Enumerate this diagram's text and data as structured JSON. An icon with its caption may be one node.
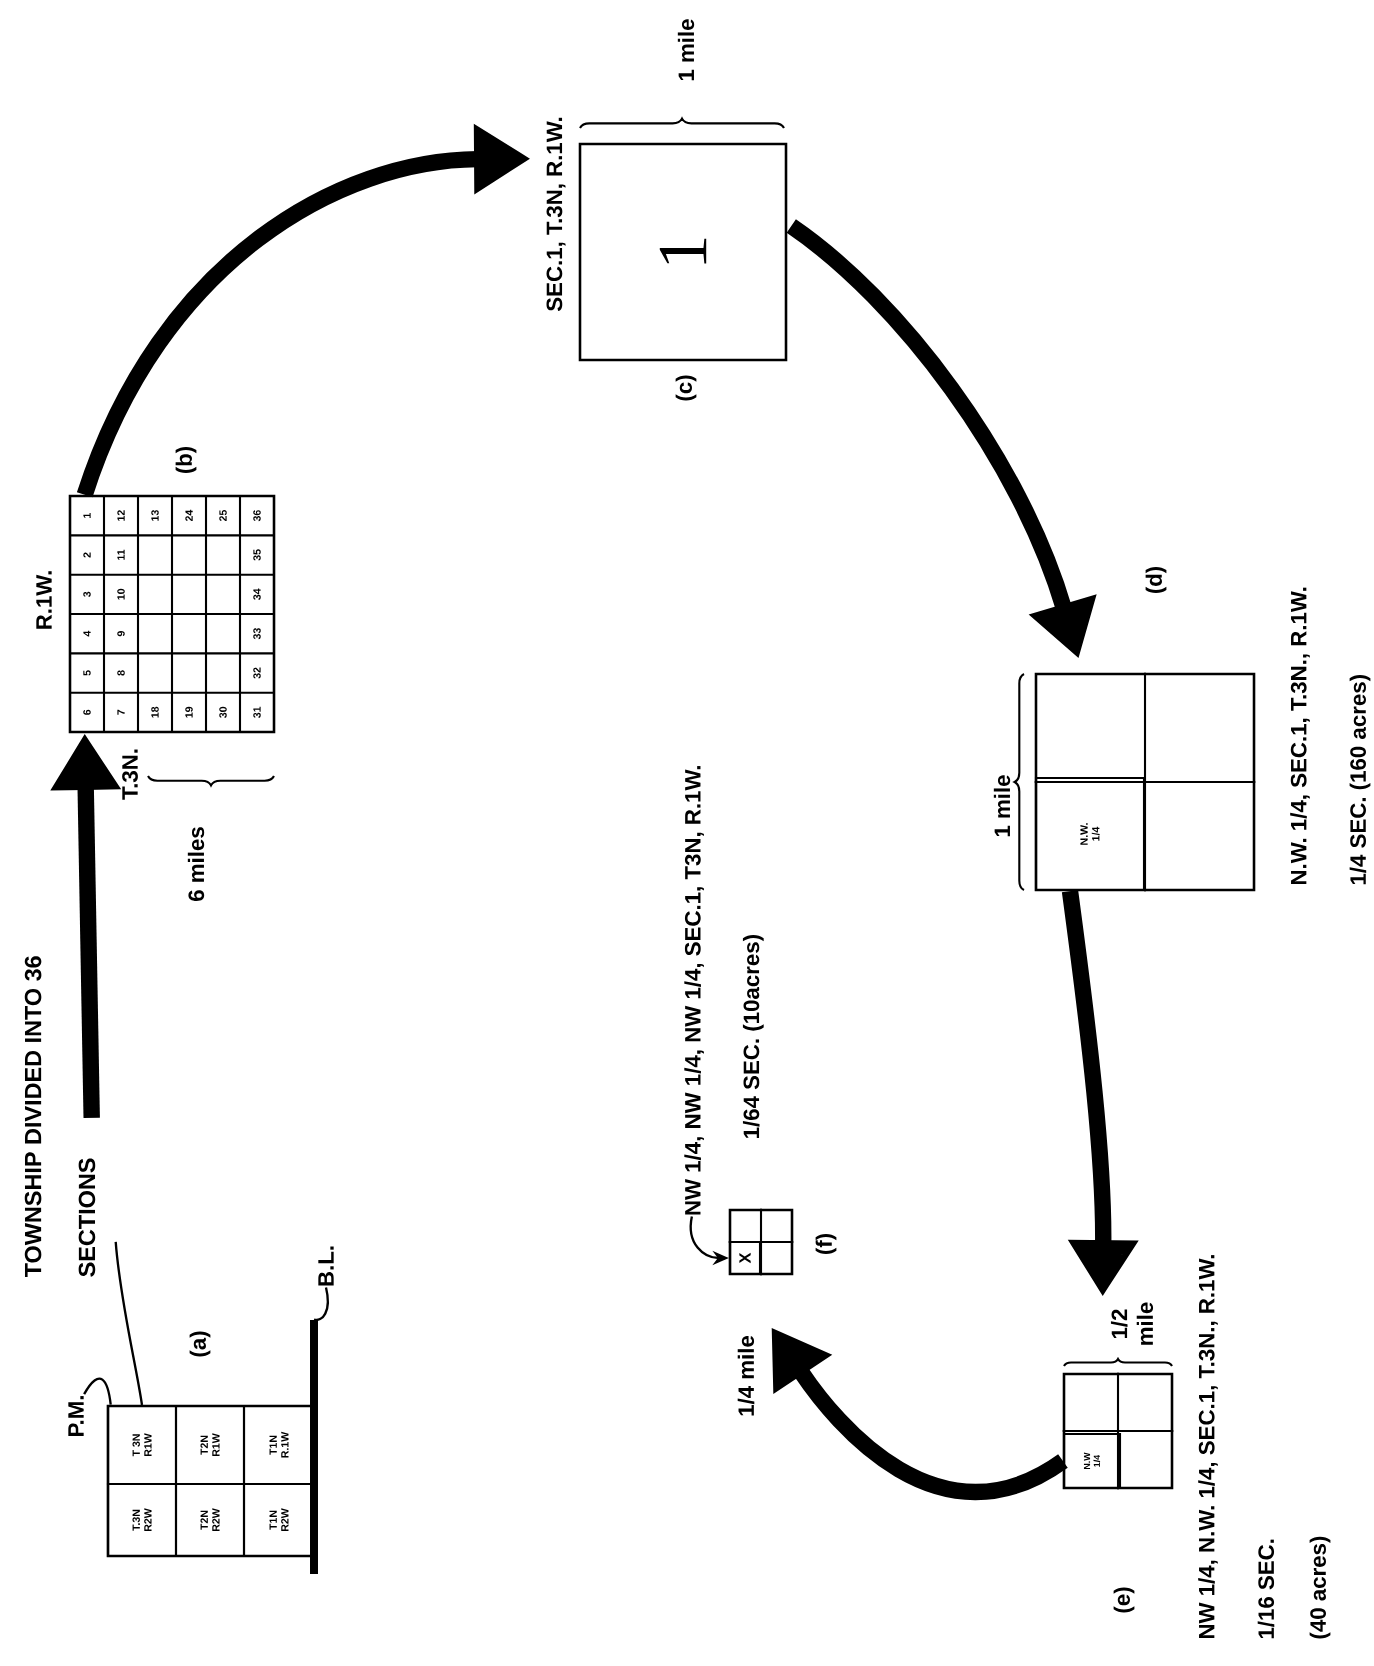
{
  "diagram": {
    "nodes": [
      {
        "text": [],
        "shape": "box",
        "beside": [
          "(a)"
        ]
      },
      {
        "text": [
          "T.3N R2W"
        ],
        "in": 0
      },
      {
        "text": [
          "T 3N R1W"
        ],
        "in": 0
      },
      {
        "text": [
          "T2N R2W"
        ],
        "in": 0
      },
      {
        "text": [
          "T2N R1W"
        ],
        "in": 0
      },
      {
        "text": [
          "T1N R2W"
        ],
        "in": 0
      },
      {
        "text": [
          "T1N R.1W"
        ],
        "in": 0
      },
      {
        "text": [
          "P.M."
        ]
      },
      {
        "text": [
          "B.L."
        ]
      },
      {
        "text": [],
        "shape": "bar"
      },
      {
        "text": [
          "TOWNSHIP DIVIDED INTO 36 SECTIONS"
        ]
      },
      {
        "text": [],
        "shape": "box",
        "beside": [
          "(b)",
          "R.1W.",
          "T.3N."
        ]
      },
      {
        "text": [
          "1"
        ],
        "beside": [
          "(c)",
          "SEC.1, T.3N, R.1W."
        ]
      },
      {
        "text": [],
        "shape": "box",
        "beside": [
          "(d)",
          "N.W. 1/4, SEC.1, T.3N., R.1W.",
          "1/4 SEC. (160 acres)"
        ]
      },
      {
        "text": [
          "N.W. 1/4"
        ],
        "in": 13
      },
      {
        "text": [],
        "shape": "box",
        "beside": [
          "(e)",
          "NW 1/4, N.W. 1/4, SEC.1, T.3N., R.1W.",
          "1/16 SEC.",
          "(40 acres)"
        ]
      },
      {
        "text": [
          "N.W 1/4"
        ],
        "in": 15
      },
      {
        "text": [],
        "shape": "box",
        "beside": [
          "(f)"
        ]
      },
      {
        "text": [
          "X"
        ],
        "in": 17
      },
      {
        "text": [
          "NW 1/4, NW 1/4, NW 1/4, SEC.1, T3N, R.1W.",
          "1/64 SEC. (10acres)"
        ]
      }
    ],
    "edges": [
      {
        "from": 7,
        "to": 0,
        "arrow": "none"
      },
      {
        "from": 8,
        "to": 9,
        "arrow": "none"
      },
      {
        "from": 10,
        "to": 2,
        "arrow": "none"
      },
      {
        "from": 10,
        "to": 11,
        "arrow": "to"
      },
      {
        "from": 11,
        "to": 12,
        "arrow": "to"
      },
      {
        "from": 12,
        "to": 13,
        "arrow": "to"
      },
      {
        "from": 14,
        "to": 15,
        "arrow": "to"
      },
      {
        "from": 16,
        "to": 17,
        "arrow": "to"
      },
      {
        "from": 19,
        "to": 18,
        "arrow": "to"
      }
    ],
    "labels": [
      "6",
      "5",
      "4",
      "3",
      "2",
      "1",
      "7",
      "8",
      "9",
      "10",
      "11",
      "12",
      "18",
      "13",
      "19",
      "24",
      "30",
      "25",
      "31",
      "32",
      "33",
      "34",
      "35",
      "36",
      "6 miles",
      "1 mile",
      "1 mile",
      "1/2 mile",
      "1/4 mile"
    ]
  }
}
